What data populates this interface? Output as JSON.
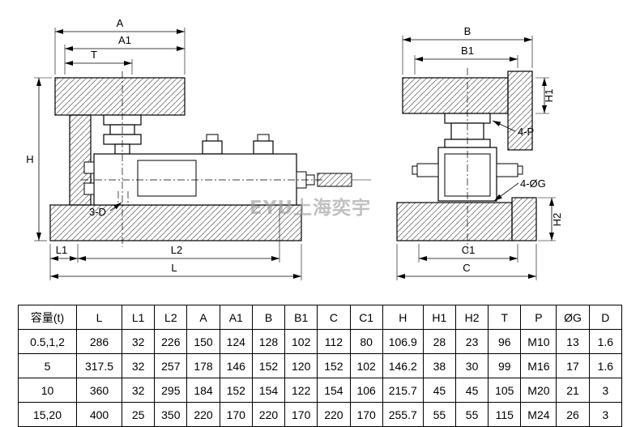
{
  "drawing": {
    "watermark": "EYU上海奕宇",
    "labels": {
      "A": "A",
      "A1": "A1",
      "T": "T",
      "H": "H",
      "D3": "3-D",
      "L1": "L1",
      "L2": "L2",
      "L": "L",
      "B": "B",
      "B1": "B1",
      "H1": "H1",
      "P4": "4-P",
      "G4": "4-ØG",
      "H2": "H2",
      "C1": "C1",
      "C": "C"
    }
  },
  "table": {
    "headers": [
      "容量(t)",
      "L",
      "L1",
      "L2",
      "A",
      "A1",
      "B",
      "B1",
      "C",
      "C1",
      "H",
      "H1",
      "H2",
      "T",
      "P",
      "ØG",
      "D"
    ],
    "rows": [
      [
        "0.5,1,2",
        "286",
        "32",
        "226",
        "150",
        "124",
        "128",
        "102",
        "112",
        "80",
        "106.9",
        "28",
        "23",
        "96",
        "M10",
        "13",
        "1.6"
      ],
      [
        "5",
        "317.5",
        "32",
        "257",
        "178",
        "146",
        "152",
        "120",
        "152",
        "102",
        "146.2",
        "38",
        "30",
        "99",
        "M16",
        "17",
        "1.6"
      ],
      [
        "10",
        "360",
        "32",
        "295",
        "184",
        "152",
        "154",
        "122",
        "154",
        "106",
        "215.7",
        "45",
        "45",
        "105",
        "M20",
        "21",
        "3"
      ],
      [
        "15,20",
        "400",
        "25",
        "350",
        "220",
        "170",
        "220",
        "170",
        "220",
        "170",
        "255.7",
        "55",
        "55",
        "115",
        "M24",
        "26",
        "3"
      ]
    ]
  }
}
